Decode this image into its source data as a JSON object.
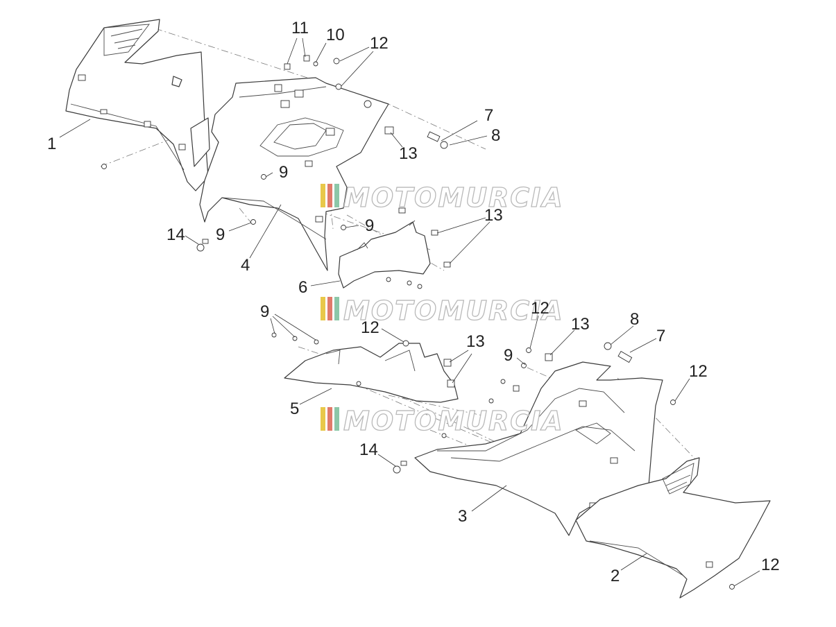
{
  "callouts": [
    {
      "id": "c1",
      "text": "1"
    },
    {
      "id": "c11",
      "text": "11"
    },
    {
      "id": "c10",
      "text": "10"
    },
    {
      "id": "c12a",
      "text": "12"
    },
    {
      "id": "c7a",
      "text": "7"
    },
    {
      "id": "c8a",
      "text": "8"
    },
    {
      "id": "c13a",
      "text": "13"
    },
    {
      "id": "c9a",
      "text": "9"
    },
    {
      "id": "c14a",
      "text": "14"
    },
    {
      "id": "c9b",
      "text": "9"
    },
    {
      "id": "c9c",
      "text": "9"
    },
    {
      "id": "c13b",
      "text": "13"
    },
    {
      "id": "c4",
      "text": "4"
    },
    {
      "id": "c6",
      "text": "6"
    },
    {
      "id": "c9d",
      "text": "9"
    },
    {
      "id": "c12b",
      "text": "12"
    },
    {
      "id": "c12c",
      "text": "12"
    },
    {
      "id": "c13c",
      "text": "13"
    },
    {
      "id": "c8b",
      "text": "8"
    },
    {
      "id": "c7b",
      "text": "7"
    },
    {
      "id": "c13d",
      "text": "13"
    },
    {
      "id": "c9e",
      "text": "9"
    },
    {
      "id": "c5",
      "text": "5"
    },
    {
      "id": "c12d",
      "text": "12"
    },
    {
      "id": "c14b",
      "text": "14"
    },
    {
      "id": "c3",
      "text": "3"
    },
    {
      "id": "c2",
      "text": "2"
    },
    {
      "id": "c12e",
      "text": "12"
    }
  ],
  "watermark": {
    "text": "MOTOMURCIA",
    "colors": [
      "#e8c84a",
      "#e07a6a",
      "#8cc7a8"
    ]
  }
}
